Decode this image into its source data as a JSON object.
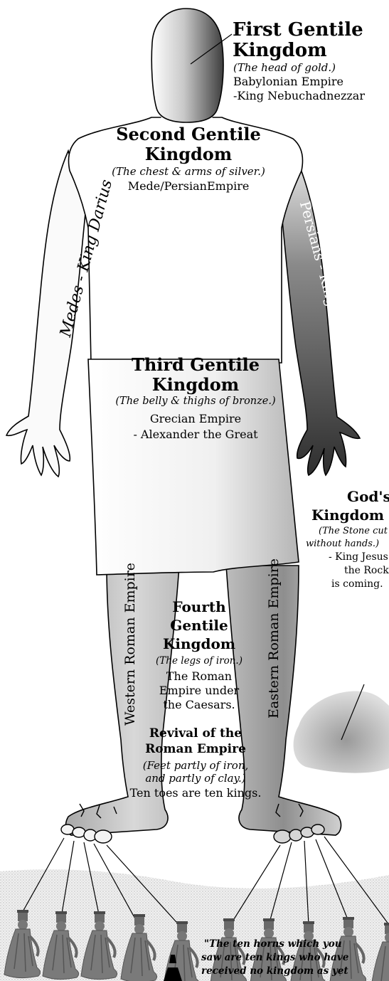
{
  "kingdoms": {
    "first": {
      "title_1": "First Gentile",
      "title_2": "Kingdom",
      "subtitle": "(The head of gold.)",
      "empire": "Babylonian Empire",
      "king": "-King Nebuchadnezzar"
    },
    "second": {
      "title_1": "Second Gentile",
      "title_2": "Kingdom",
      "subtitle": "(The chest & arms of silver.)",
      "empire": "Mede/PersianEmpire",
      "left_arm": "Medes - King Darius",
      "right_arm": "Persians - King Cyrus"
    },
    "third": {
      "title_1": "Third Gentile",
      "title_2": "Kingdom",
      "subtitle": "(The belly & thighs of bronze.)",
      "empire": "Grecian Empire",
      "king": "- Alexander the Great"
    },
    "fourth": {
      "title_1": "Fourth",
      "title_2": "Gentile",
      "title_3": "Kingdom",
      "subtitle": "(The legs of iron.)",
      "line_1": "The Roman",
      "line_2": "Empire under",
      "line_3": "the Caesars.",
      "left_leg": "Western Roman Empire",
      "right_leg": "Eastern Roman Empire"
    },
    "revival": {
      "title_1": "Revival of the",
      "title_2": "Roman Empire",
      "subtitle_1": "(Feet partly of iron,",
      "subtitle_2": "and partly of clay.)",
      "note": "Ten toes are ten kings."
    },
    "gods": {
      "title_1": "God's",
      "title_2": "Kingdom",
      "subtitle_1": "(The Stone cut",
      "subtitle_2": "without hands.)",
      "line_1": "- King Jesus",
      "line_2": "the Rock",
      "line_3": "is coming."
    }
  },
  "quote": {
    "line_1": "\"The ten horns which you",
    "line_2": "saw are ten kings who have",
    "line_3": "received no kingdom as yet"
  },
  "colors": {
    "outline": "#000000",
    "shade_dark": "#5a5a5a",
    "shade_mid": "#9a9a9a",
    "shade_light": "#e2e2e2",
    "ground": "#d9d9d9"
  }
}
